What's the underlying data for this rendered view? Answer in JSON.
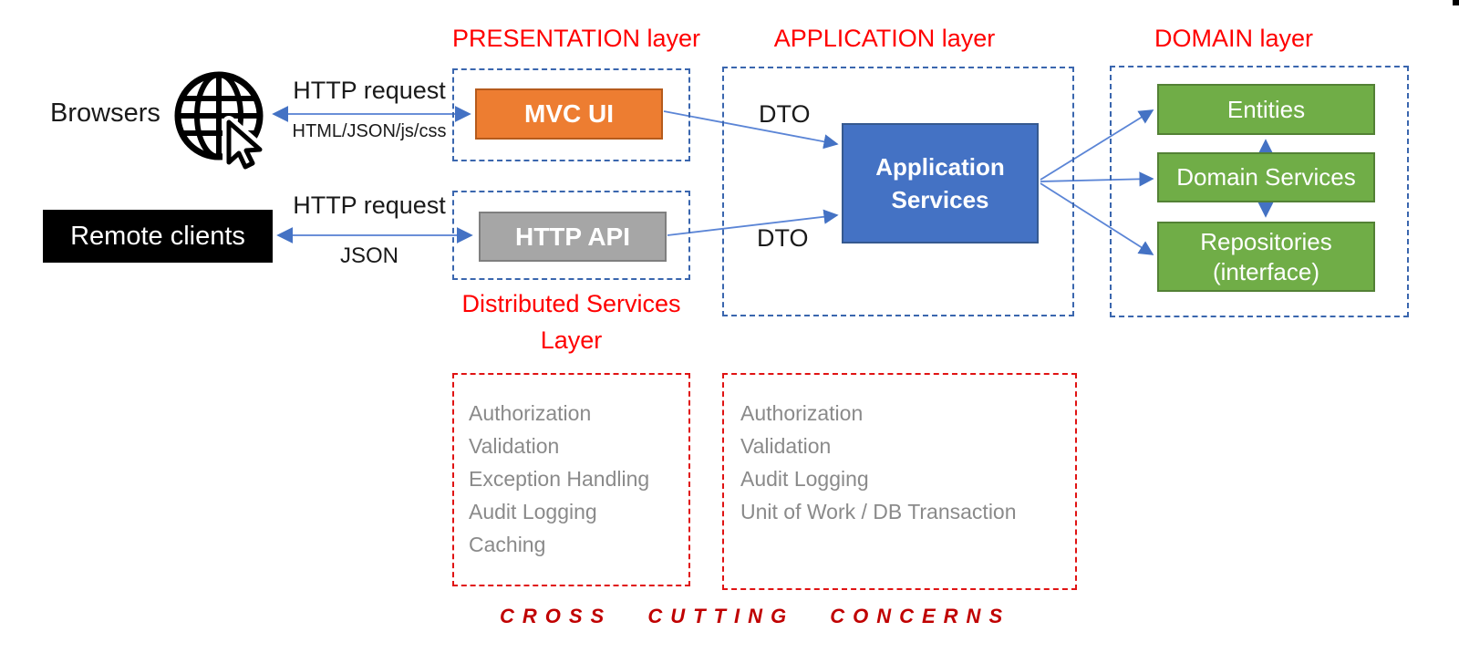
{
  "titles": {
    "presentation": "PRESENTATION layer",
    "application": "APPLICATION layer",
    "domain": "DOMAIN layer",
    "distributed": "Distributed Services Layer",
    "cross_cutting": "CROSS  CUTTING  CONCERNS"
  },
  "clients": {
    "browsers": "Browsers",
    "remote": "Remote clients"
  },
  "flows": {
    "browser_request": "HTTP request",
    "browser_payload": "HTML/JSON/js/css",
    "remote_request": "HTTP request",
    "remote_payload": "JSON",
    "mvc_dto": "DTO",
    "api_dto": "DTO"
  },
  "boxes": {
    "mvc_ui": "MVC UI",
    "http_api": "HTTP API",
    "app_services": "Application Services",
    "entities": "Entities",
    "domain_services": "Domain Services",
    "repositories_line1": "Repositories",
    "repositories_line2": "(interface)"
  },
  "lists": {
    "distributed": [
      "Authorization",
      "Validation",
      "Exception Handling",
      "Audit Logging",
      "Caching"
    ],
    "application": [
      "Authorization",
      "Validation",
      "Audit Logging",
      "Unit of Work / DB Transaction"
    ]
  },
  "icons": {
    "globe": "globe-network-icon",
    "cursor": "mouse-cursor-icon"
  },
  "colors": {
    "title_red": "#ff0000",
    "dash_red": "#e01313",
    "dash_blue": "#3a66ae",
    "cross_cutting_red": "#c00000",
    "orange_fill": "#ed7d31",
    "gray_fill": "#a6a6a6",
    "blue_fill": "#4472c4",
    "green_fill": "#70ad47",
    "black_fill": "#000000",
    "gray_text": "#8a8a8a",
    "arrow_blue": "#4472c4"
  }
}
